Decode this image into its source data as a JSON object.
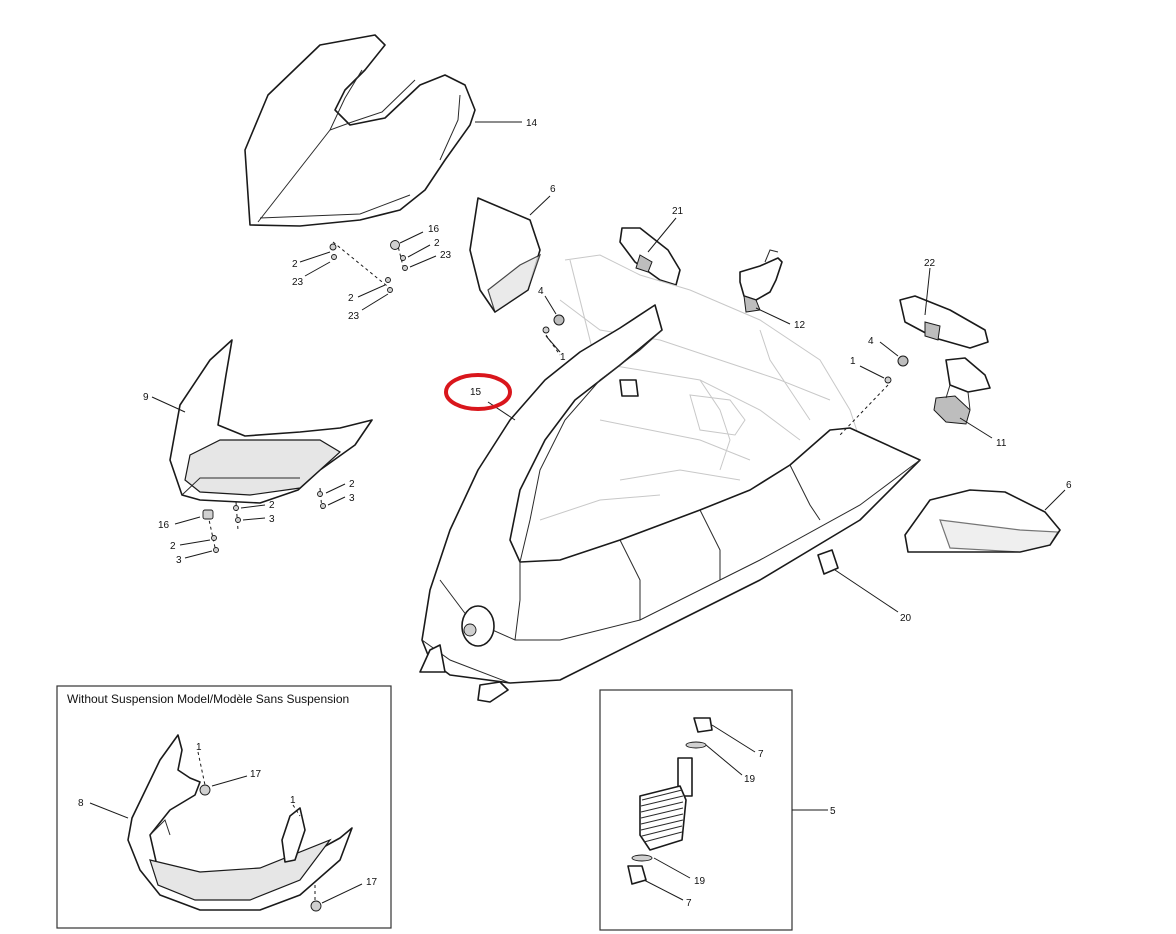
{
  "inset": {
    "title": "Without Suspension Model/Modèle Sans Suspension"
  },
  "highlight": {
    "color": "#d9161c",
    "part": "15"
  },
  "callouts": {
    "c14": "14",
    "c6a": "6",
    "c21": "21",
    "c16a": "16",
    "c2a": "2",
    "c23a": "23",
    "c2b": "2",
    "c23b": "23",
    "c2c": "2",
    "c23c": "23",
    "c4a": "4",
    "c1a": "1",
    "c12": "12",
    "c22": "22",
    "c4b": "4",
    "c1b": "1",
    "c11": "11",
    "c15": "15",
    "c9": "9",
    "c2d": "2",
    "c3a": "3",
    "c2e": "2",
    "c3b": "3",
    "c16b": "16",
    "c2f": "2",
    "c3c": "3",
    "c6b": "6",
    "c20": "20",
    "c17a": "17",
    "c8": "8",
    "c1c": "1",
    "c17b": "17",
    "c1d": "1",
    "c7a": "7",
    "c19a": "19",
    "c5": "5",
    "c19b": "19",
    "c7b": "7"
  }
}
